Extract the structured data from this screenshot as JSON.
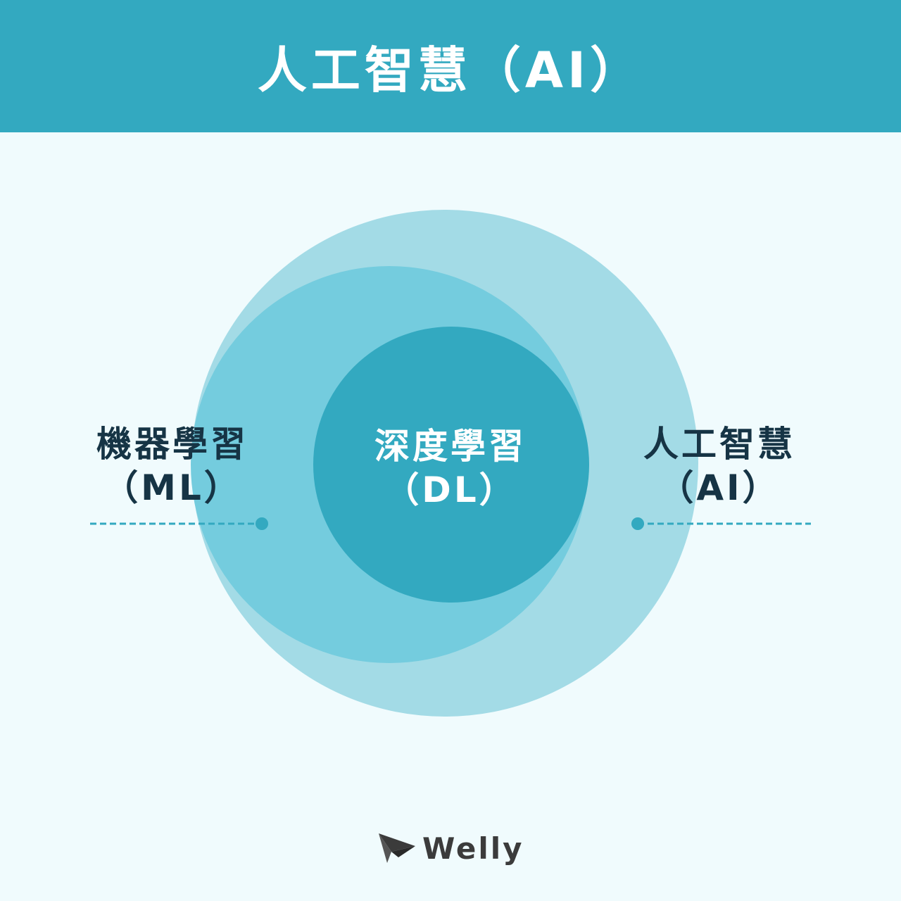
{
  "header": {
    "title": "人工智慧（AI）"
  },
  "diagram": {
    "outer": {
      "name": "人工智慧",
      "abbr": "（AI）"
    },
    "middle": {
      "name": "機器學習",
      "abbr": "（ML）"
    },
    "inner": {
      "name": "深度學習",
      "abbr": "（DL）"
    }
  },
  "colors": {
    "header_bg": "#33a9c0",
    "background": "#f0fbfd",
    "outer_circle": "#a3dbe6",
    "middle_circle": "#74ccde",
    "inner_circle": "#33a9c0",
    "label_dark": "#163445",
    "connector": "#33a9c0"
  },
  "logo": {
    "brand": "Welly",
    "icon": "paper-plane-icon"
  }
}
